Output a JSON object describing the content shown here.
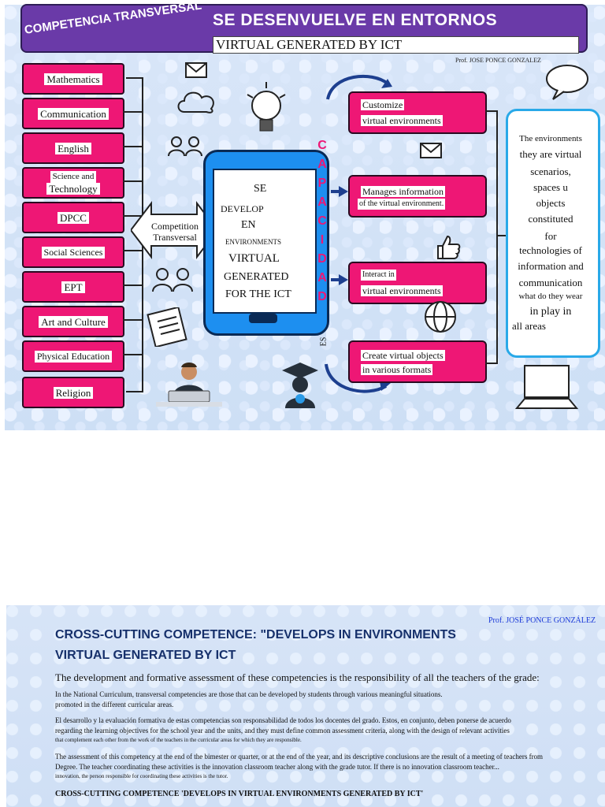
{
  "header": {
    "tag": "COMPETENCIA TRANSVERSAL",
    "title": "SE DESENVUELVE EN ENTORNOS",
    "subtitle": "VIRTUAL GENERATED BY ICT",
    "author": "Prof. JOSE PONCE GONZALEZ"
  },
  "subjects": [
    "Mathematics",
    "Communication",
    "English",
    "Science and",
    "Technology",
    "DPCC",
    "Social Sciences",
    "EPT",
    "Art and Culture",
    "Physical Education",
    "Religion"
  ],
  "competition": {
    "line1": "Competition",
    "line2": "Transversal"
  },
  "phone": {
    "l1": "SE",
    "l2": "DEVELOP",
    "l3": "EN",
    "l4": "ENVIRONMENTS",
    "l5": "VIRTUAL",
    "l6": "GENERATED",
    "l7": "FOR THE ICT"
  },
  "capacidad": [
    "C",
    "A",
    "P",
    "A",
    "C",
    "I",
    "D",
    "A",
    "D"
  ],
  "capacidad_es": "ES",
  "capacities": [
    {
      "line1": "Customize",
      "line2": "virtual environments"
    },
    {
      "line1": "Manages information",
      "line2": "of the virtual environment."
    },
    {
      "line1": "Interact in",
      "line2": "virtual environments"
    },
    {
      "line1": "Create virtual objects",
      "line2": "in various formats"
    }
  ],
  "environments": [
    "The environments",
    "they are virtual",
    "scenarios,",
    "spaces u",
    "objects",
    "constituted",
    "for",
    "technologies of",
    "information and",
    "communication",
    "what do they wear",
    "in play in",
    "all areas"
  ],
  "doc": {
    "author": "Prof. JOSÉ PONCE GONZÁLEZ",
    "heading1": "CROSS-CUTTING COMPETENCE: \"DEVELOPS IN ENVIRONMENTS",
    "heading2": "VIRTUAL GENERATED BY ICT",
    "intro": "The development and formative assessment of these competencies is the responsibility of all the teachers of the grade:",
    "p1a": "In the National Curriculum, transversal competencies are those that can be developed by students through various meaningful situations.",
    "p1b": "promoted in the different curricular areas.",
    "p2a": "El desarrollo y la evaluación formativa de estas competencias son responsabilidad de todos los docentes del grado. Estos, en conjunto, deben ponerse de acuerdo",
    "p2b": "regarding the learning objectives for the school year and the units, and they must define common assessment criteria, along with the design of relevant activities",
    "p2c": "that complement each other from the work of the teachers in the curricular areas for which they are responsible.",
    "p3a": "The assessment of this competency at the end of the bimester or quarter, or at the end of the year, and its descriptive conclusions are the result of a meeting of teachers from",
    "p3b": "Degree. The teacher coordinating these activities is the innovation classroom teacher along with the grade tutor. If there is no innovation classroom teacher...",
    "p3c": "innovation, the person responsible for coordinating these activities is the tutor.",
    "footer": "CROSS-CUTTING COMPETENCE 'DEVELOPS IN VIRTUAL ENVIRONMENTS GENERATED BY ICT'"
  }
}
